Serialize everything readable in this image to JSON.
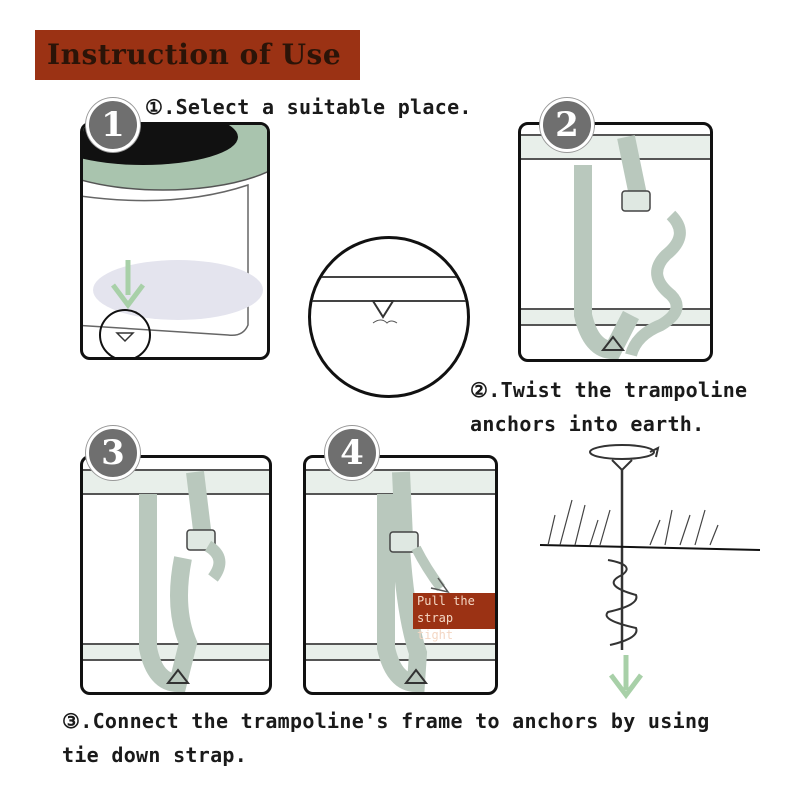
{
  "title": "Instruction of Use",
  "steps": [
    {
      "number": "1",
      "caption": "①.Select a suitable place."
    },
    {
      "number": "2",
      "caption_line1": "②.Twist the trampoline",
      "caption_line2": "anchors into earth."
    },
    {
      "number": "3",
      "caption_line1": "③.Connect the trampoline's frame to anchors by using",
      "caption_line2": "tie down strap."
    },
    {
      "number": "4",
      "tag_line1": "Pull the",
      "tag_line2": "strap tight"
    }
  ],
  "colors": {
    "banner": "#9b3214",
    "badge": "#6f6f6f",
    "strap": "#b9c8bd",
    "arrow": "#a8d0a8"
  }
}
